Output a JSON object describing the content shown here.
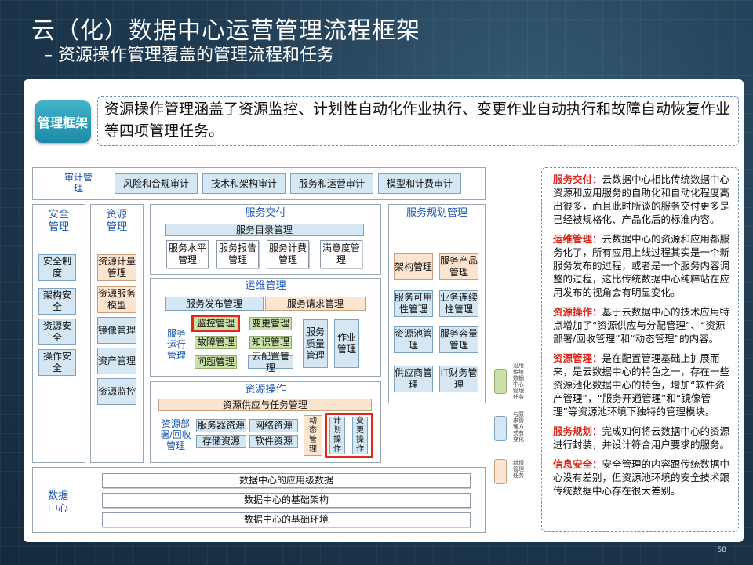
{
  "title": "云（化）数据中心运营管理流程框架",
  "subtitle": "– 资源操作管理覆盖的管理流程和任务",
  "tag": "管理框架",
  "intro": "资源操作管理涵盖了资源监控、计划性自动化作业执行、变更作业自动执行和故障自动恢复作业等四项管理任务。",
  "audit": {
    "label": "审计管理",
    "items": [
      "风险和合规审计",
      "技术和架构审计",
      "服务和运营审计",
      "模型和计费审计"
    ]
  },
  "security": {
    "label": "安全管理",
    "items": [
      "安全制度",
      "架构安全",
      "资源安全",
      "操作安全"
    ]
  },
  "resource": {
    "label": "资源管理",
    "items": [
      "资源计量管理",
      "资源服务模型",
      "镜像管理",
      "资产管理",
      "资源监控"
    ]
  },
  "delivery": {
    "label": "服务交付",
    "catalog": "服务目录管理",
    "items": [
      "服务水平管理",
      "服务报告管理",
      "服务计费管理",
      "满意度管理"
    ]
  },
  "ops": {
    "label": "运维管理",
    "release": "服务发布管理",
    "request": "服务请求管理",
    "run_label": "服务运行管理",
    "monitor": "监控管理",
    "change": "变更管理",
    "incident": "故障管理",
    "knowledge": "知识管理",
    "problem": "问题管理",
    "config": "云配置管理",
    "quality": "服务质量管理",
    "job": "作业管理"
  },
  "resops": {
    "label": "资源操作",
    "supply": "资源供应与任务管理",
    "deploy_label": "资源部署/回收管理",
    "server": "服务器资源",
    "network": "网络资源",
    "storage": "存储资源",
    "software": "软件资源",
    "dynamic": "动态管理",
    "planned": "计划操作",
    "change_op": "变更操作"
  },
  "planning": {
    "label": "服务规划管理",
    "items": [
      "架构管理",
      "服务产品管理",
      "服务可用性管理",
      "业务连续性管理",
      "资源池管理",
      "服务容量管理",
      "供应商管理",
      "IT财务管理"
    ]
  },
  "datacenter": {
    "label": "数据中心",
    "layers": [
      "数据中心的应用级数据",
      "数据中心的基础架构",
      "数据中心的基础环境"
    ]
  },
  "legend": [
    {
      "text": "沿用传统数据中心管理任务",
      "color": "#c9e0a6"
    },
    {
      "text": "与原来管理方式有变化",
      "color": "#d4e7f3"
    },
    {
      "text": "新增管理任务",
      "color": "#fde4cf"
    }
  ],
  "notes": [
    {
      "kw": "服务交付：",
      "text": "云数据中心相比传统数据中心资源和应用服务的自助化和自动化程度高出很多，而且此时所谈的服务交付更多是已经被规格化、产品化后的标准内容。"
    },
    {
      "kw": "运维管理：",
      "text": "云数据中心的资源和应用都服务化了，所有应用上线过程其实是一个新服务发布的过程，或者是一个服务内容调整的过程，这比传统数据中心纯粹站在应用发布的视角会有明显变化。"
    },
    {
      "kw": "资源操作：",
      "text": "基于云数据中心的技术应用特点增加了“资源供应与分配管理”、“资源部署/回收管理”和“动态管理”的内容。"
    },
    {
      "kw": "资源管理：",
      "text": "是在配置管理基础上扩展而来，是云数据中心的特色之一，存在一些资源池化数据中心的特色，增加“软件资产管理”，“服务开通管理”和“镜像管理”等资源池环境下独特的管理模块。"
    },
    {
      "kw": "服务规划：",
      "text": "完成如何将云数据中心的资源进行封装，并设计符合用户要求的服务。"
    },
    {
      "kw": "信息安全：",
      "text": "安全管理的内容跟传统数据中心没有差别，但资源池环境的安全技术跟传统数据中心存在很大差别。"
    }
  ],
  "page_number": "58"
}
